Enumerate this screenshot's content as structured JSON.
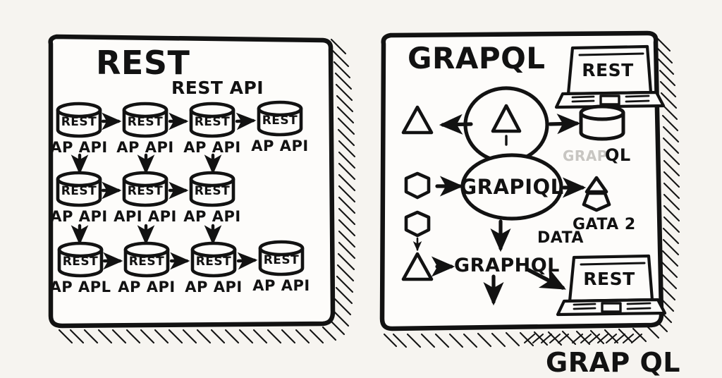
{
  "meta": {
    "background_color": "#f6f4f0",
    "panel_fill": "#fdfcfa",
    "ink_color": "#121212",
    "faded_ink_color": "#c8c6c2",
    "style": "hand-drawn whiteboard sketch"
  },
  "left_panel": {
    "title": "REST",
    "subtitle": "REST API",
    "rows": [
      {
        "nodes": [
          "REST",
          "REST",
          "REST",
          "REST"
        ],
        "labels": [
          "AP API",
          "AP API",
          "AP API",
          "AP API"
        ]
      },
      {
        "nodes": [
          "REST",
          "REST",
          "REST"
        ],
        "labels": [
          "AP API",
          "API API",
          "AP API"
        ]
      },
      {
        "nodes": [
          "REST",
          "REST",
          "REST",
          "REST"
        ],
        "labels": [
          "AP APL",
          "AP API",
          "AP API",
          "AP API"
        ]
      }
    ]
  },
  "right_panel": {
    "title": "GRAPQL",
    "center_node": "GRAPIQL",
    "graphql_label": "GRAPHQL",
    "laptop_top_label": "REST",
    "laptop_bottom_label": "REST",
    "db_caption": "GRAP QL",
    "db_caption_faded_part": "GRAP",
    "db_caption_dark_part": "QL",
    "data_label": "DATA",
    "data2_label": "GATA 2"
  },
  "caption": {
    "text": "GRAP QL"
  }
}
